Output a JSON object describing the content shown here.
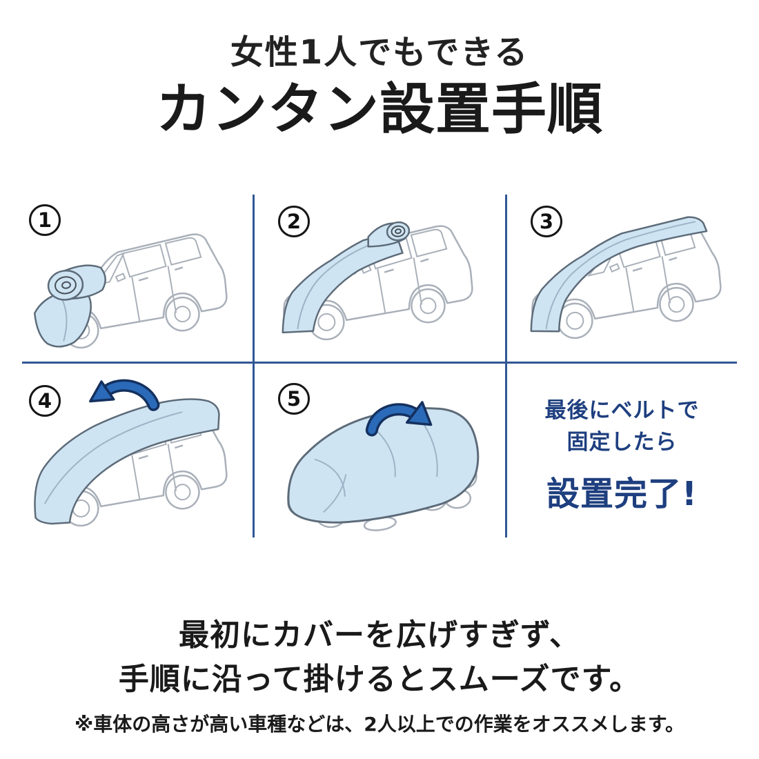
{
  "header": {
    "subtitle": "女性1人でもできる",
    "title": "カンタン設置手順"
  },
  "steps": [
    {
      "number": "1"
    },
    {
      "number": "2"
    },
    {
      "number": "3"
    },
    {
      "number": "4"
    },
    {
      "number": "5"
    }
  ],
  "completion": {
    "line1": "最後にベルトで",
    "line2": "固定したら",
    "emphasis": "設置完了!"
  },
  "footer": {
    "line1": "最初にカバーを広げすぎず、",
    "line2": "手順に沿って掛けるとスムーズです。",
    "note": "※車体の高さが高い車種などは、2人以上での作業をオススメします。"
  },
  "icons": {
    "step4_arrow": "unfold-cover-left-arrow",
    "step5_arrow": "unfold-cover-right-arrow"
  },
  "colors": {
    "background": "#ffffff",
    "divider_blue": "#315694",
    "cover_blue": "#cfe4f2",
    "arrow_blue": "#2a6ab8",
    "arrow_outline": "#14305e",
    "navy_text": "#1e3f7f",
    "title_text": "#1a1a1a",
    "car_line": "#a9b0b9"
  }
}
